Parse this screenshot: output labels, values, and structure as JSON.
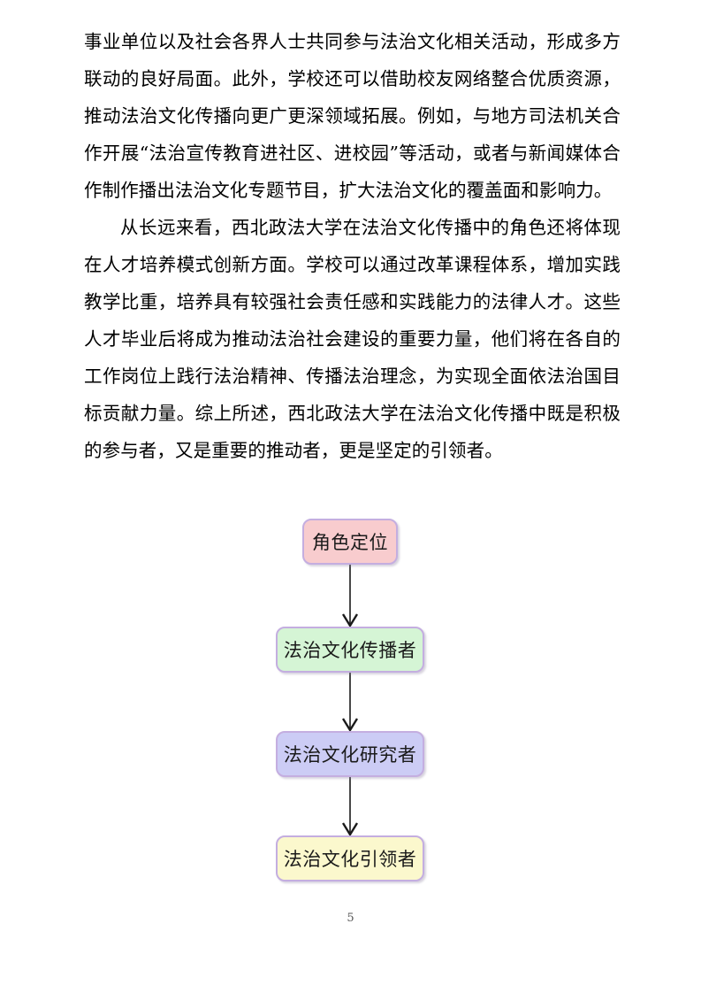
{
  "document": {
    "page_number": "5",
    "paragraphs": [
      {
        "id": "p1",
        "indent": false,
        "text": "事业单位以及社会各界人士共同参与法治文化相关活动，形成多方联动的良好局面。此外，学校还可以借助校友网络整合优质资源，推动法治文化传播向更广更深领域拓展。例如，与地方司法机关合作开展“法治宣传教育进社区、进校园”等活动，或者与新闻媒体合作制作播出法治文化专题节目，扩大法治文化的覆盖面和影响力。"
      },
      {
        "id": "p2",
        "indent": true,
        "text": "从长远来看，西北政法大学在法治文化传播中的角色还将体现在人才培养模式创新方面。学校可以通过改革课程体系，增加实践教学比重，培养具有较强社会责任感和实践能力的法律人才。这些人才毕业后将成为推动法治社会建设的重要力量，他们将在各自的工作岗位上践行法治精神、传播法治理念，为实现全面依法治国目标贡献力量。综上所述，西北政法大学在法治文化传播中既是积极的参与者，又是重要的推动者，更是坚定的引领者。"
      }
    ]
  },
  "flowchart": {
    "type": "flow-diagram",
    "direction": "top-to-bottom",
    "nodes": [
      {
        "id": "n1",
        "label": "角色定位",
        "fill": "#f8ccce",
        "border": "#c4aee0"
      },
      {
        "id": "n2",
        "label": "法治文化传播者",
        "fill": "#d5f5d5",
        "border": "#c4aee0"
      },
      {
        "id": "n3",
        "label": "法治文化研究者",
        "fill": "#ccccf5",
        "border": "#c4aee0"
      },
      {
        "id": "n4",
        "label": "法治文化引领者",
        "fill": "#fbf8cd",
        "border": "#c4aee0"
      }
    ],
    "edges": [
      {
        "from": "n1",
        "to": "n2",
        "style": "solid-arrow"
      },
      {
        "from": "n2",
        "to": "n3",
        "style": "solid-arrow"
      },
      {
        "from": "n3",
        "to": "n4",
        "style": "solid-arrow"
      }
    ]
  }
}
